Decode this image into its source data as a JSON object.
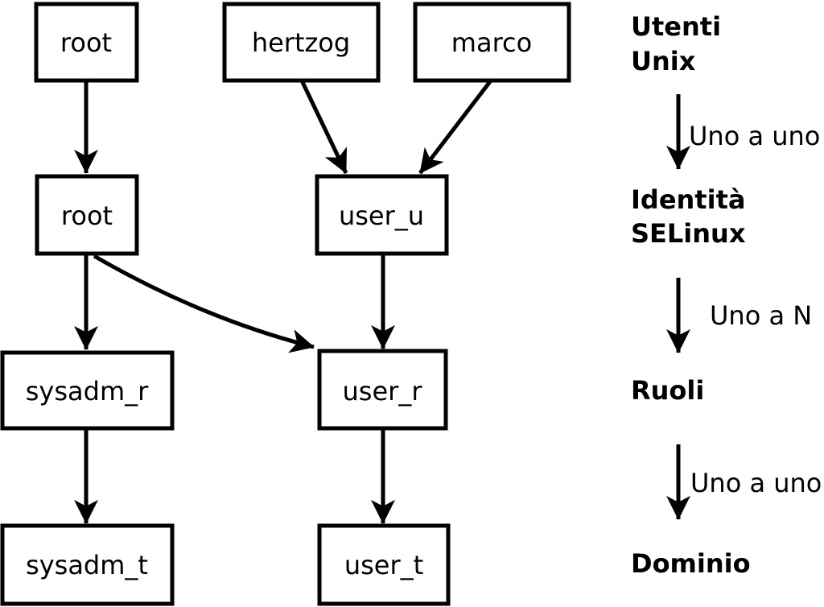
{
  "colors": {
    "foreground": "#000000",
    "box_fill": "#ffffff",
    "background": "#ffffff"
  },
  "nodes": {
    "unix_users": [
      {
        "label": "root"
      },
      {
        "label": "hertzog"
      },
      {
        "label": "marco"
      }
    ],
    "selinux_identities": [
      {
        "label": "root"
      },
      {
        "label": "user_u"
      }
    ],
    "roles": [
      {
        "label": "sysadm_r"
      },
      {
        "label": "user_r"
      }
    ],
    "domains": [
      {
        "label": "sysadm_t"
      },
      {
        "label": "user_t"
      }
    ]
  },
  "legend": {
    "levels": [
      {
        "lines": [
          "Utenti",
          "Unix"
        ]
      },
      {
        "lines": [
          "Identità",
          "SELinux"
        ]
      },
      {
        "lines": [
          "Ruoli"
        ]
      },
      {
        "lines": [
          "Dominio"
        ]
      }
    ],
    "relations": [
      {
        "label": "Uno a uno"
      },
      {
        "label": "Uno a N"
      },
      {
        "label": "Uno a uno"
      }
    ]
  }
}
